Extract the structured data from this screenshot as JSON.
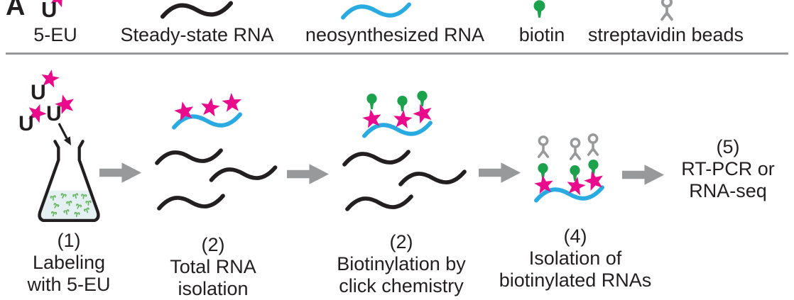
{
  "panel_label": "A",
  "molecule_letter": "U",
  "legend": {
    "items": [
      {
        "label": "5-EU",
        "icon": "uridine-star-icon"
      },
      {
        "label": "Steady-state RNA",
        "icon": "black-wavy-line-icon"
      },
      {
        "label": "neosynthesized RNA",
        "icon": "cyan-wavy-line-icon"
      },
      {
        "label": "biotin",
        "icon": "biotin-pin-icon"
      },
      {
        "label": "streptavidin beads",
        "icon": "streptavidin-bead-icon"
      }
    ]
  },
  "workflow": {
    "steps": [
      {
        "number": "(1)",
        "label_lines": [
          "Labeling",
          "with 5-EU"
        ]
      },
      {
        "number": "(2)",
        "label_lines": [
          "Total RNA",
          "isolation"
        ]
      },
      {
        "number": "(2)",
        "label_lines": [
          "Biotinylation by",
          "click chemistry"
        ]
      },
      {
        "number": "(4)",
        "label_lines": [
          "Isolation of",
          "biotinylated RNAs"
        ]
      },
      {
        "number": "(5)",
        "label_lines": [
          "RT-PCR or",
          "RNA-seq"
        ]
      }
    ]
  },
  "colors": {
    "magenta": "#EA0B8C",
    "cyan": "#29ABE2",
    "green": "#1CA24C",
    "gray": "#97999B",
    "black": "#231F20",
    "flask-liquid": "#E4F0F2",
    "seedling": "#66B55E"
  }
}
